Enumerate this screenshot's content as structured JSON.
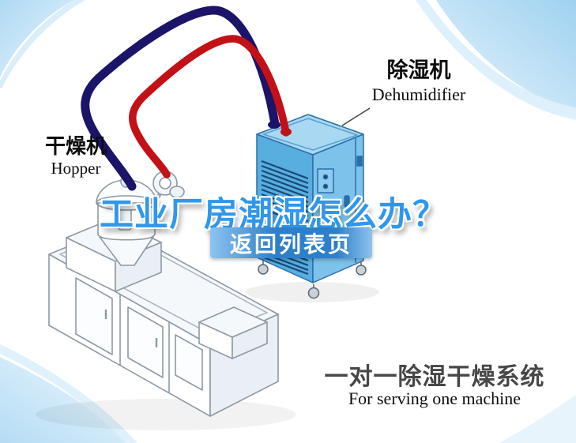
{
  "scene": {
    "headline": "工业厂房潮湿怎么办？",
    "back_link_label": "返回列表页",
    "hopper_label_cn": "干燥机",
    "hopper_label_en": "Hopper",
    "dehumidifier_label_cn": "除湿机",
    "dehumidifier_label_en": "Dehumidifier",
    "caption_cn": "一对一除湿干燥系统",
    "caption_en": "For serving one machine"
  },
  "colors": {
    "pipe_red": "#c31118",
    "pipe_navy": "#1b1468",
    "headline_blue": "#2f97ec",
    "banner_light": "#8cc4ee",
    "banner_dark": "#2e7fca",
    "dehumidifier_front": "#58aede",
    "dehumidifier_top": "#a9d8f2",
    "dehumidifier_side": "#7cc2ea"
  }
}
